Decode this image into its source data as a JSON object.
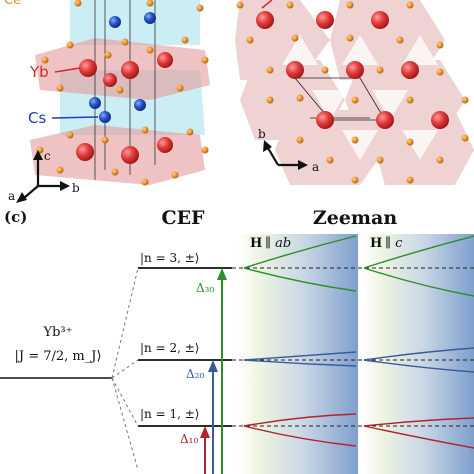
{
  "panel_top": {
    "site_labels": {
      "cut_top": "Ce",
      "yb": "Yb",
      "cs": "Cs"
    },
    "axes_left": {
      "c": "c",
      "b": "b",
      "a": "a"
    },
    "axes_right": {
      "b": "b",
      "a": "a"
    }
  },
  "panel_c": {
    "panel_letter": "(c)",
    "cef_title": "CEF",
    "zeeman_title": "Zeeman",
    "ground_ion": "Yb³⁺",
    "ground_state": "|J = 7/2, m_J⟩",
    "levels": [
      {
        "label": "|n = 3, ±⟩",
        "delta": "Δ₃₀",
        "color": "#2a8f2a"
      },
      {
        "label": "|n = 2, ±⟩",
        "delta": "Δ₂₀",
        "color": "#3a5a9a"
      },
      {
        "label": "|n = 1, ±⟩",
        "delta": "Δ₁₀",
        "color": "#b0242c"
      }
    ],
    "field_labels": {
      "ab_main": "H",
      "ab_suffix": "∥ ab",
      "c_main": "H",
      "c_suffix": "∥ c"
    }
  },
  "colors": {
    "yb": "#e03a3a",
    "cs": "#2350c8",
    "ligand": "#e2902a",
    "cef_green": "#2a8f2a",
    "cef_blue": "#3a5a9a",
    "cef_red": "#b0242c"
  }
}
